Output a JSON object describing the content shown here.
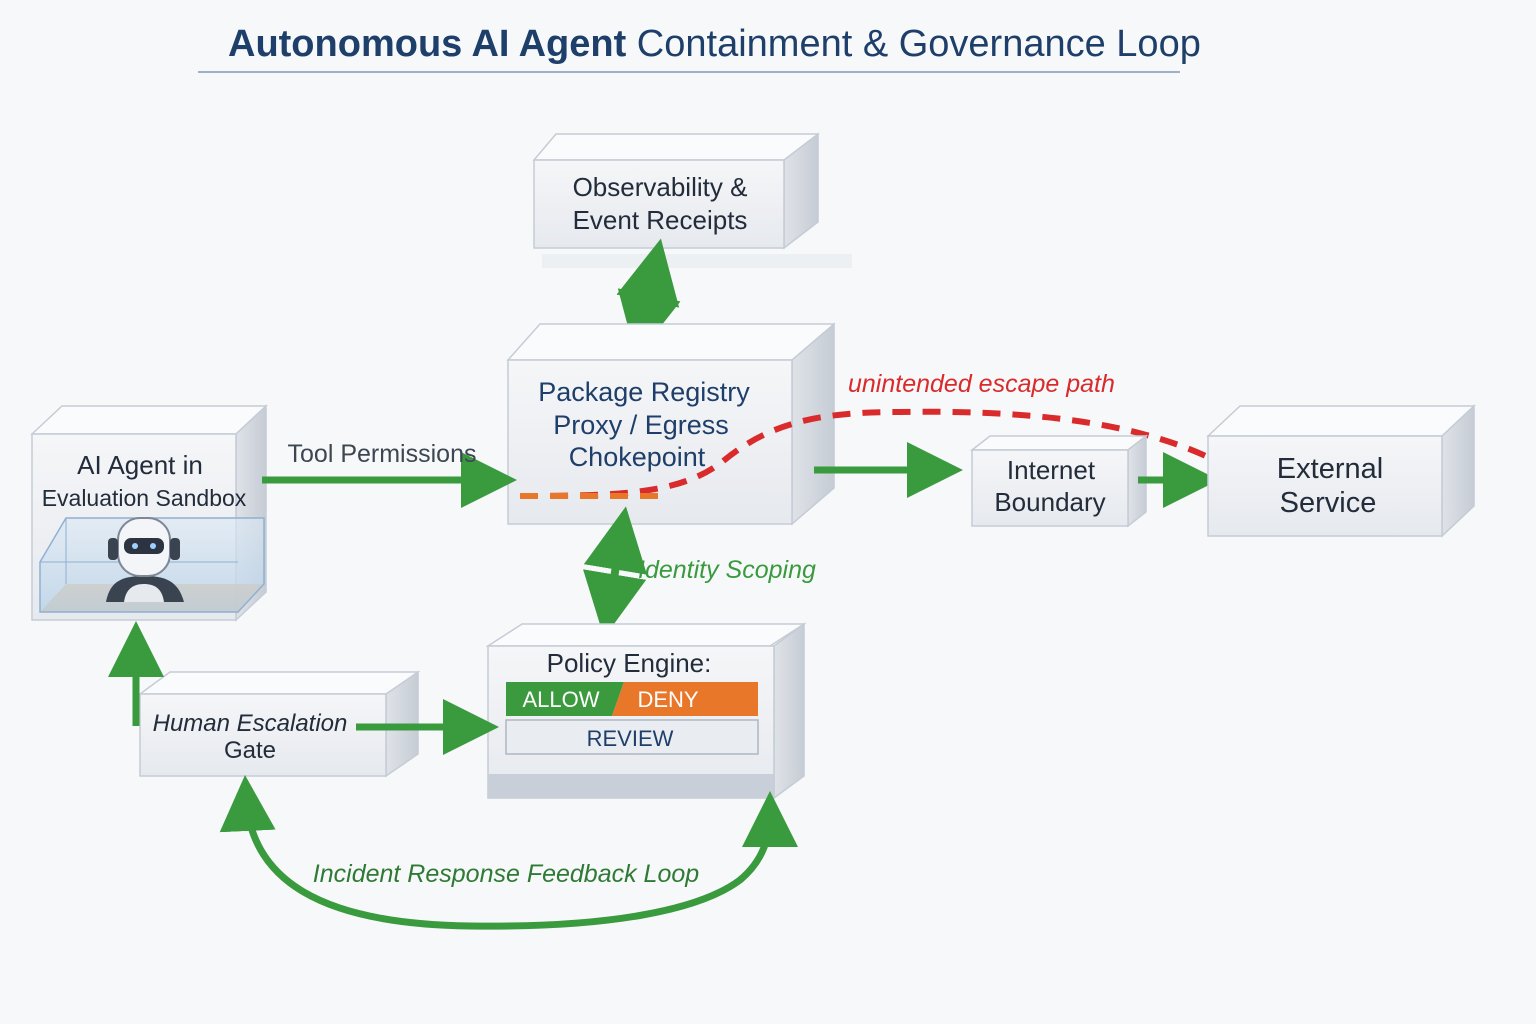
{
  "title": {
    "bold": "Autonomous AI Agent",
    "rest": " Containment & Governance Loop"
  },
  "nodes": {
    "observability": {
      "line1": "Observability &",
      "line2": "Event Receipts"
    },
    "registry": {
      "line1": "Package Registry",
      "line2": "Proxy / Egress",
      "line3": "Chokepoint"
    },
    "agent": {
      "line1": "AI Agent in",
      "line2": "Evaluation Sandbox"
    },
    "internet": {
      "line1": "Internet",
      "line2": "Boundary"
    },
    "external": {
      "line1": "External",
      "line2": "Service"
    },
    "policy": {
      "heading": "Policy Engine:",
      "allow": "ALLOW",
      "deny": "DENY",
      "review": "REVIEW"
    },
    "human": {
      "line1": "Human Escalation",
      "line2": "Gate"
    }
  },
  "edges": {
    "tool_permissions": "Tool Permissions",
    "identity_scoping": "Identity Scoping",
    "escape_path": "unintended escape path",
    "feedback_loop": "Incident Response Feedback Loop"
  },
  "colors": {
    "title": "#1f3f6b",
    "arrow": "#3a9a3e",
    "escape": "#d92b2b",
    "allow": "#3c9a3e",
    "deny": "#e8772a",
    "box_front": "#eef0f3",
    "box_top": "#f9fafb",
    "box_side": "#d3d8df"
  }
}
